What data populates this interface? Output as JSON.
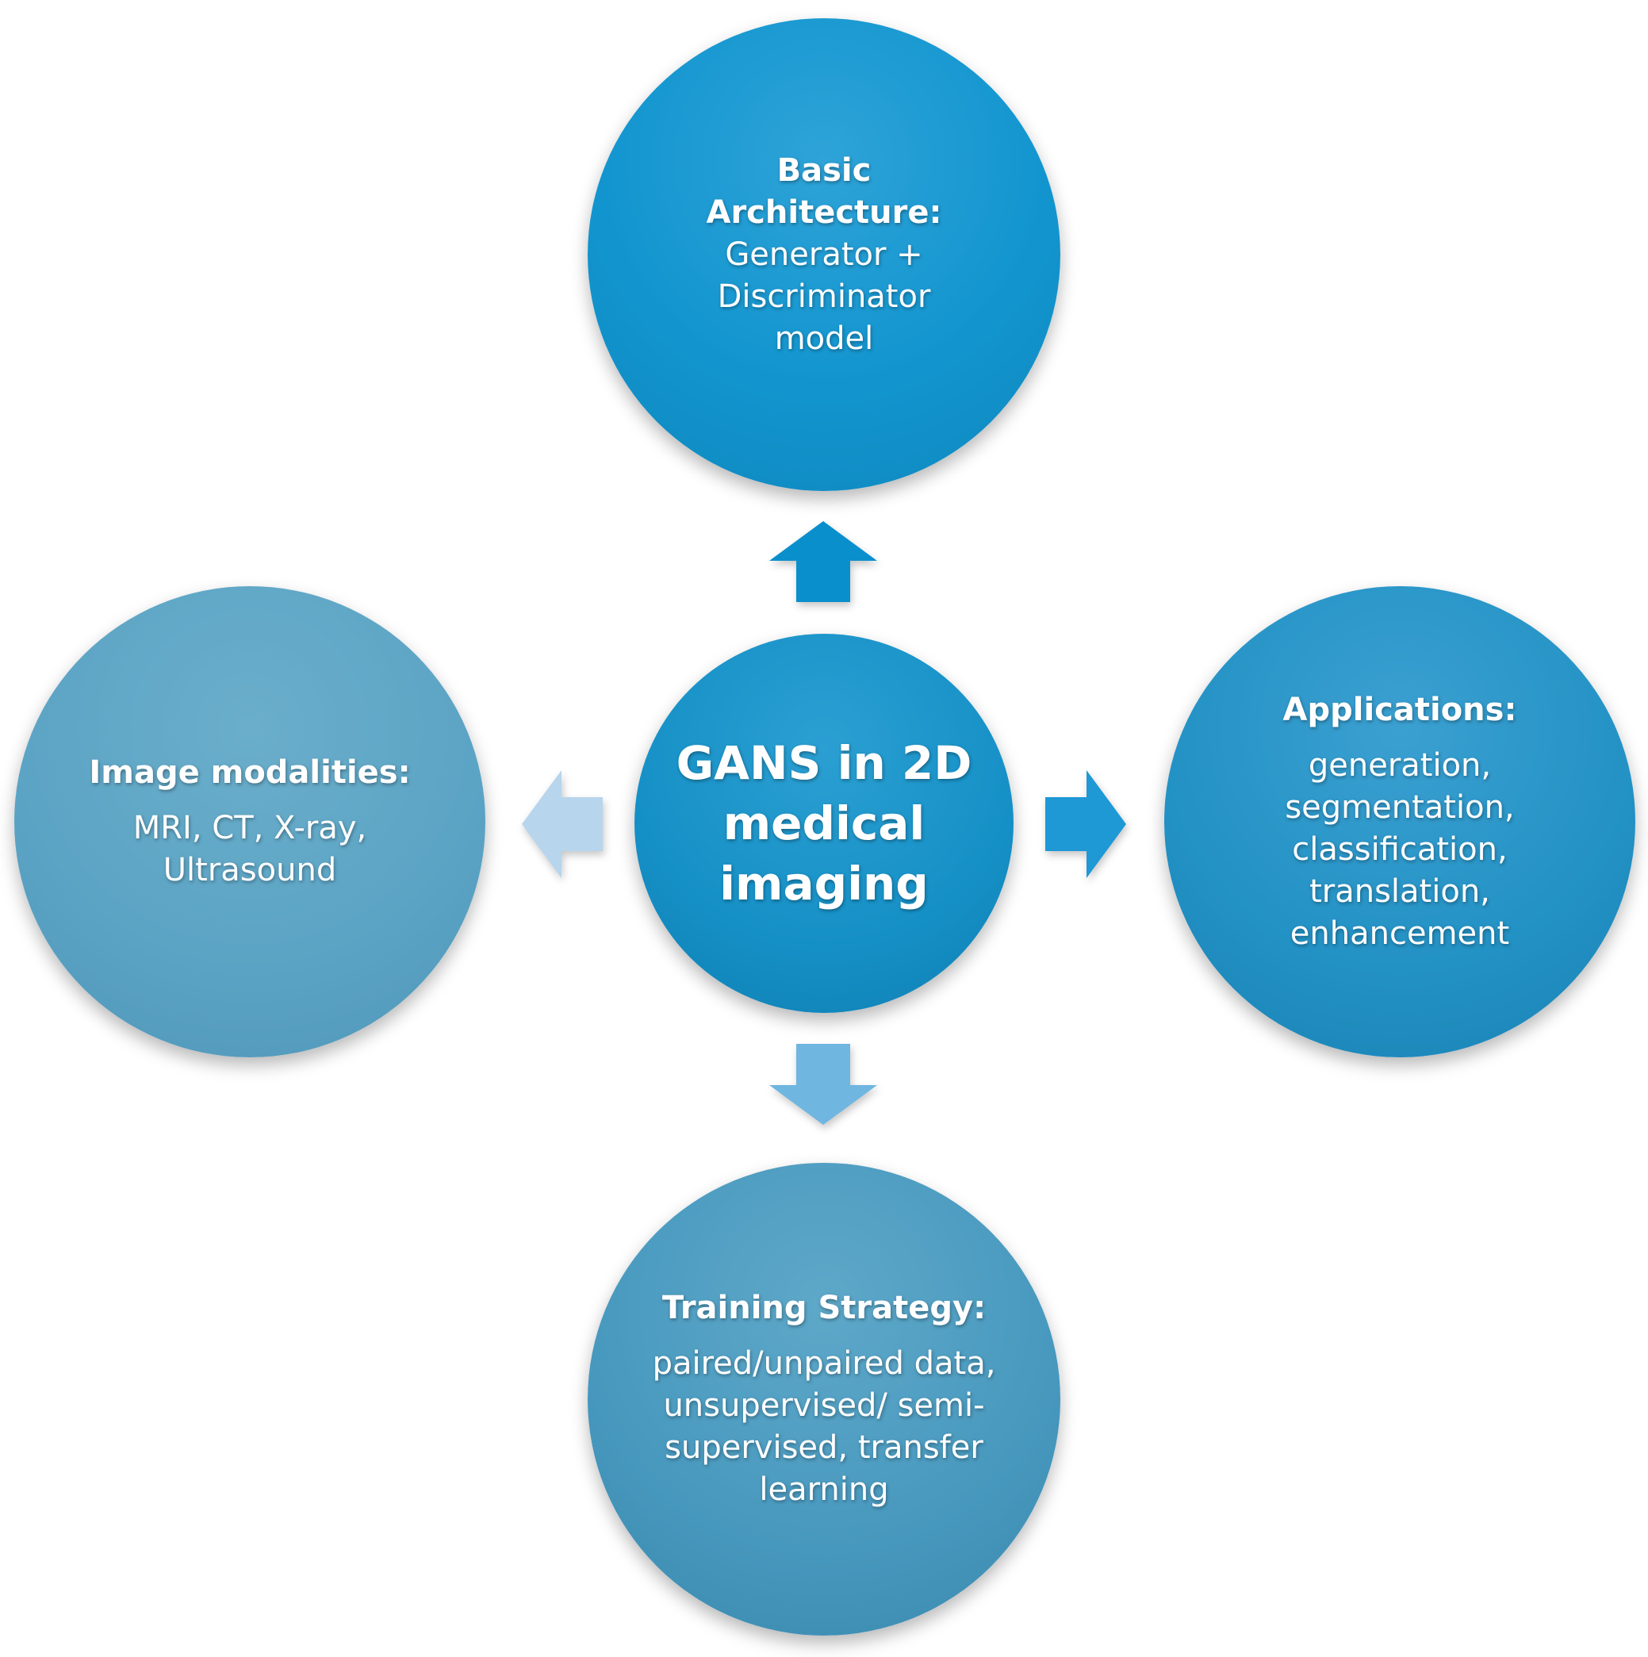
{
  "center": {
    "title": "GANS in 2D medical imaging"
  },
  "nodes": {
    "top": {
      "heading": "Basic Architecture:",
      "body": "Generator + Discriminator model"
    },
    "left": {
      "heading": "Image modalities:",
      "body": "MRI, CT, X-ray, Ultrasound"
    },
    "right": {
      "heading": "Applications:",
      "body": "generation, segmentation, classification, translation, enhancement"
    },
    "bottom": {
      "heading": "Training Strategy:",
      "body": "paired/unpaired data, unsupervised/ semi-supervised, transfer learning"
    }
  },
  "colors": {
    "arrow_up": "#0a8fcd",
    "arrow_right": "#1f98d6",
    "arrow_down": "#6fb6e0",
    "arrow_left": "#b7d5ec"
  }
}
